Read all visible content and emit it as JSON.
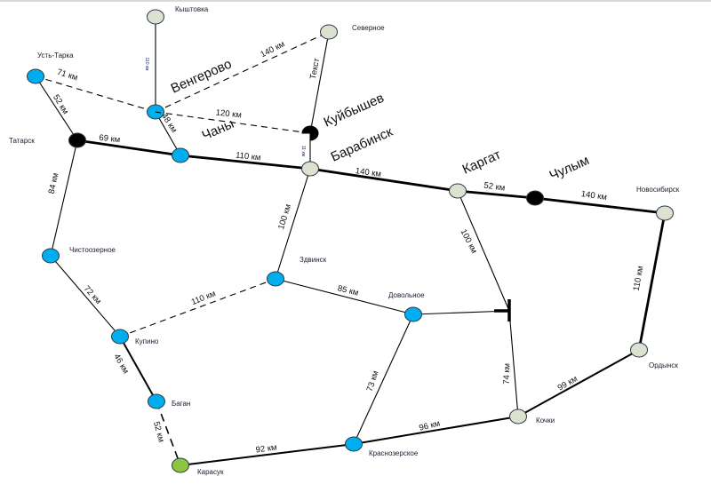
{
  "map": {
    "colors": {
      "blue_node": "#00aeef",
      "gray_node": "#dde1cf",
      "black_node": "#000000",
      "green_node": "#8cc63f"
    },
    "nodes": [
      {
        "id": "kyshtovka",
        "label": "Кыштовка",
        "type": "gray"
      },
      {
        "id": "severnoe",
        "label": "Северное",
        "type": "gray"
      },
      {
        "id": "ust-tarka",
        "label": "Усть-Тарка",
        "type": "blue"
      },
      {
        "id": "vengerovo",
        "label": "Венгерово",
        "type": "blue",
        "label_style": "big"
      },
      {
        "id": "tatarsk",
        "label": "Татарск",
        "type": "black"
      },
      {
        "id": "chany",
        "label": "Чаны",
        "type": "blue",
        "label_style": "big"
      },
      {
        "id": "kuybyshev",
        "label": "Куйбышев",
        "type": "black-pie",
        "label_style": "big"
      },
      {
        "id": "barabinsk",
        "label": "Барабинск",
        "type": "gray",
        "label_style": "big"
      },
      {
        "id": "kargat",
        "label": "Каргат",
        "type": "gray",
        "label_style": "big"
      },
      {
        "id": "chulym",
        "label": "Чулым",
        "type": "black",
        "label_style": "big"
      },
      {
        "id": "novosibirsk",
        "label": "Новосибирск",
        "type": "gray"
      },
      {
        "id": "chistoozernoe",
        "label": "Чистоозерное",
        "type": "blue"
      },
      {
        "id": "zdvinsk",
        "label": "Здвинск",
        "type": "blue"
      },
      {
        "id": "dovolnoe",
        "label": "Довольное",
        "type": "blue"
      },
      {
        "id": "kupino",
        "label": "Купино",
        "type": "blue"
      },
      {
        "id": "bagan",
        "label": "Баган",
        "type": "blue"
      },
      {
        "id": "ordynsk",
        "label": "Ордынск",
        "type": "gray"
      },
      {
        "id": "kochki",
        "label": "Кочки",
        "type": "gray"
      },
      {
        "id": "krasnozerskoe",
        "label": "Краснозерское",
        "type": "blue"
      },
      {
        "id": "karasuk",
        "label": "Карасук",
        "type": "green"
      }
    ],
    "edges": [
      {
        "from": "kyshtovka",
        "to": "vengerovo",
        "label": "110 км",
        "style": "thin"
      },
      {
        "from": "ust-tarka",
        "to": "vengerovo",
        "label": "71 км",
        "style": "dashed"
      },
      {
        "from": "vengerovo",
        "to": "severnoe",
        "label": "140 км",
        "style": "dashed"
      },
      {
        "from": "vengerovo",
        "to": "kuybyshev",
        "label": "120 км",
        "style": "dashed"
      },
      {
        "from": "severnoe",
        "to": "kuybyshev",
        "label": "Текст",
        "style": "thin"
      },
      {
        "from": "ust-tarka",
        "to": "tatarsk",
        "label": "52 км",
        "style": "thin"
      },
      {
        "from": "vengerovo",
        "to": "chany",
        "label": "48 км",
        "style": "thin"
      },
      {
        "from": "kuybyshev",
        "to": "barabinsk",
        "label": "11 км",
        "style": "thin"
      },
      {
        "from": "tatarsk",
        "to": "chany",
        "label": "69 км",
        "style": "thick"
      },
      {
        "from": "chany",
        "to": "barabinsk",
        "label": "110 км",
        "style": "thick"
      },
      {
        "from": "barabinsk",
        "to": "kargat",
        "label": "140 км",
        "style": "thick"
      },
      {
        "from": "kargat",
        "to": "chulym",
        "label": "52 км",
        "style": "thick"
      },
      {
        "from": "chulym",
        "to": "novosibirsk",
        "label": "140 км",
        "style": "thick"
      },
      {
        "from": "tatarsk",
        "to": "chistoozernoe",
        "label": "84 км",
        "style": "thin"
      },
      {
        "from": "barabinsk",
        "to": "zdvinsk",
        "label": "100 км",
        "style": "thin"
      },
      {
        "from": "kargat",
        "to": "junction",
        "label": "100 км",
        "style": "thin"
      },
      {
        "from": "novosibirsk",
        "to": "ordynsk",
        "label": "110 км",
        "style": "thick"
      },
      {
        "from": "chistoozernoe",
        "to": "kupino",
        "label": "72 км",
        "style": "thin"
      },
      {
        "from": "kupino",
        "to": "zdvinsk",
        "label": "110 км",
        "style": "dashed"
      },
      {
        "from": "zdvinsk",
        "to": "dovolnoe",
        "label": "85 км",
        "style": "thin"
      },
      {
        "from": "dovolnoe",
        "to": "junction",
        "label": "",
        "style": "thin"
      },
      {
        "from": "junction",
        "to": "kochki",
        "label": "74 км",
        "style": "thin"
      },
      {
        "from": "kupino",
        "to": "bagan",
        "label": "46 км",
        "style": "medium"
      },
      {
        "from": "bagan",
        "to": "karasuk",
        "label": "52 км",
        "style": "dashed-short"
      },
      {
        "from": "dovolnoe",
        "to": "krasnozerskoe",
        "label": "73 км",
        "style": "thin"
      },
      {
        "from": "karasuk",
        "to": "krasnozerskoe",
        "label": "92 км",
        "style": "medium"
      },
      {
        "from": "krasnozerskoe",
        "to": "kochki",
        "label": "96 км",
        "style": "medium"
      },
      {
        "from": "kochki",
        "to": "ordynsk",
        "label": "99 км",
        "style": "medium"
      }
    ]
  }
}
